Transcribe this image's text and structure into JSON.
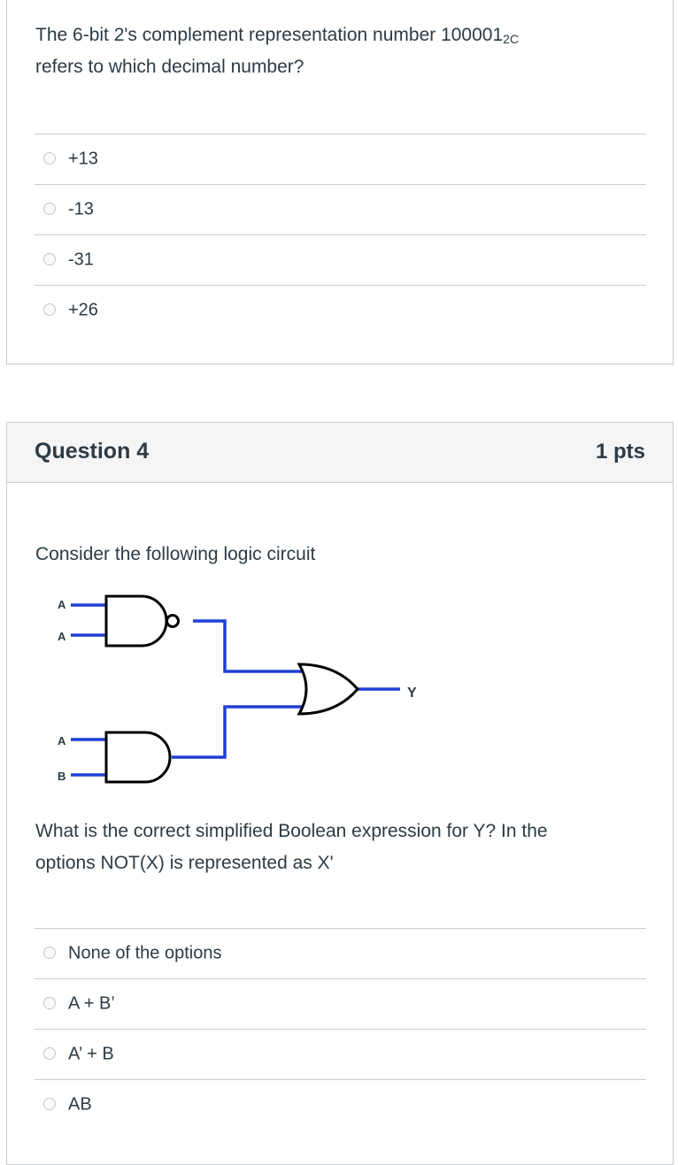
{
  "question3": {
    "text_before": "The 6-bit 2's complement representation number 100001",
    "text_sub": "2C",
    "text_after": "refers to which decimal number?",
    "options": [
      "+13",
      "-13",
      "-31",
      "+26"
    ]
  },
  "question4": {
    "title": "Question 4",
    "points": "1 pts",
    "intro": "Consider the following logic circuit",
    "circuit": {
      "inputs_top": [
        "A",
        "A"
      ],
      "inputs_bottom": [
        "A",
        "B"
      ],
      "output": "Y"
    },
    "prompt_line1": "What is the correct simplified Boolean expression for Y? In the",
    "prompt_line2": "options NOT(X) is represented as X'",
    "options": [
      "None of the options",
      "A + B’",
      "A’ + B",
      "AB"
    ]
  },
  "colors": {
    "wire_blue": "#1f3fd6",
    "gate_black": "#000000",
    "border": "#c7cdd1",
    "header_bg": "#f5f5f5",
    "text": "#2d3b45"
  }
}
